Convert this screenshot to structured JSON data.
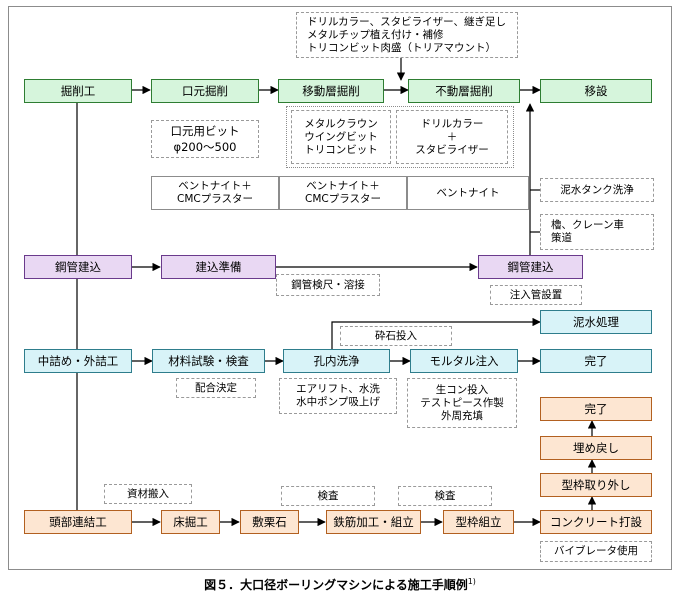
{
  "steps": {
    "kussaku": "掘削工",
    "kuchimoto": "口元掘削",
    "idousou": "移動層掘削",
    "fudousou": "不動層掘削",
    "isetsu": "移設",
    "koukan_tatekomi_left": "鋼管建込",
    "tatekomi_junbi": "建込準備",
    "koukan_tatekomi_right": "鋼管建込",
    "naka_zume": "中詰め・外詰工",
    "zairyou_shiken": "材料試験・検査",
    "kounai_senjou": "孔内洗浄",
    "mortar_chuunyuu": "モルタル注入",
    "kanryou_1": "完了",
    "deisui_shori": "泥水処理",
    "toubu_renketsu": "頭部連結工",
    "tokobori": "床掘工",
    "shikiguri": "敷栗石",
    "tekkin_kakou": "鉄筋加工・組立",
    "katawaku_kumitate": "型枠組立",
    "concrete_dasetsu": "コンクリート打設",
    "katawaku_torihazushi": "型枠取り外し",
    "umemodoshi": "埋め戻し",
    "kanryou_2": "完了"
  },
  "notes": {
    "top_note": [
      "ドリルカラー、スタビライザー、継ぎ足し",
      "メタルチップ植え付け・補修",
      "トリコンビット肉盛（トリアマウント）"
    ],
    "bit_size": [
      "口元用ビット",
      "φ200～500"
    ],
    "bits_left": [
      "メタルクラウン",
      "ウイングビット",
      "トリコンビット"
    ],
    "bits_right": [
      "ドリルカラー",
      "＋",
      "スタビライザー"
    ],
    "bentonite_1": [
      "ベントナイト＋",
      "CMCプラスター"
    ],
    "bentonite_2": [
      "ベントナイト＋",
      "CMCプラスター"
    ],
    "bentonite_3": "ベントナイト",
    "deisui_tank": "泥水タンク洗浄",
    "yagura": [
      "櫓、クレーン車",
      "策道"
    ],
    "koukan_kenshaku": "鋼管検尺・溶接",
    "chuunyuu_kan": "注入管設置",
    "saiseki_tounyuu": "砕石投入",
    "haigou_kettei": "配合決定",
    "airlift": [
      "エアリフト、水洗",
      "水中ポンプ吸上げ"
    ],
    "namacon": [
      "生コン投入",
      "テストピース作製",
      "外周充填"
    ],
    "shizai_hannyuu": "資材搬入",
    "kensa_1": "検査",
    "kensa_2": "検査",
    "vibrator": "バイブレータ使用"
  },
  "caption": {
    "text": "図５．大口径ボーリングマシンによる施工手順例",
    "ref": "1)"
  }
}
